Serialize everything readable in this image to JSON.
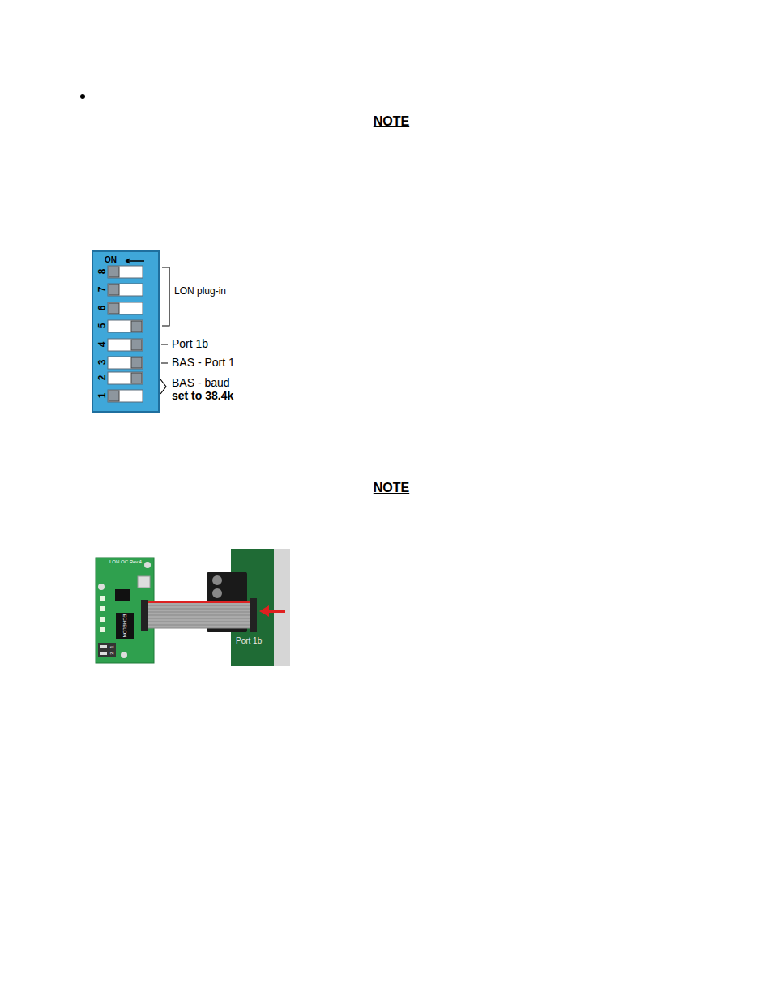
{
  "diagram": {
    "labels": [
      "NOTE",
      "NOTE",
      "ON",
      "8",
      "7",
      "6",
      "5",
      "4",
      "3",
      "2",
      "1",
      "LON plug-in",
      "Port 1b",
      "BAS - Port 1",
      "BAS - baud",
      "set to 38.4k",
      "LON OC Rev.4",
      "ECHELON",
      "1",
      "2",
      "Port 1b"
    ]
  }
}
